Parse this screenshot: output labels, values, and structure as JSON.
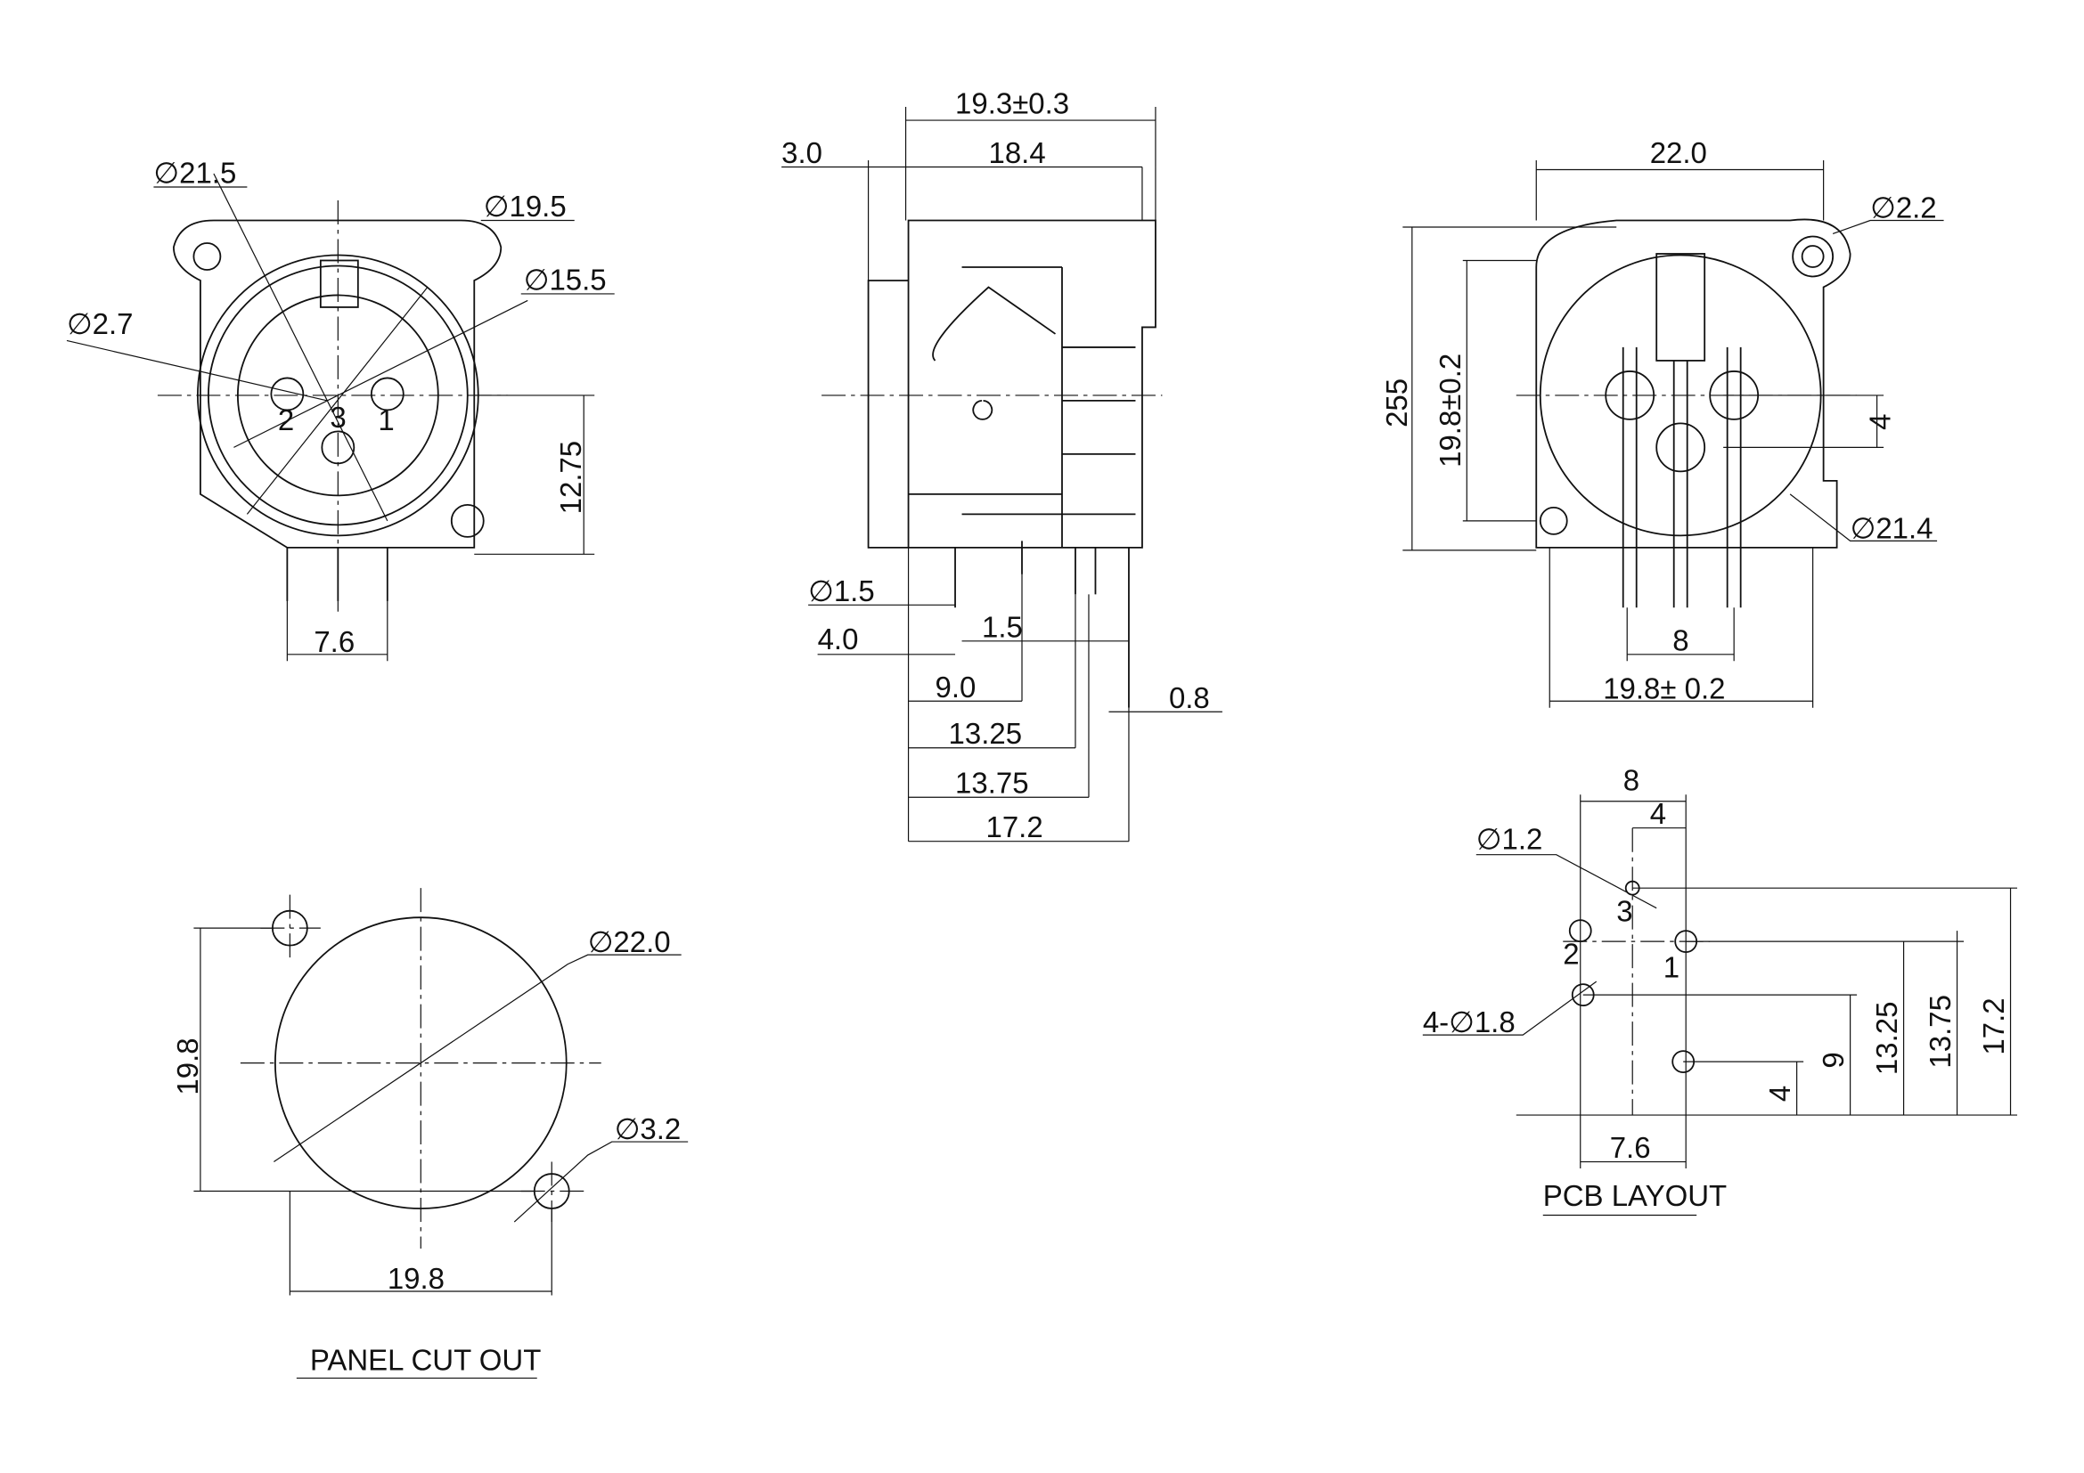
{
  "front_view": {
    "dia_outer": "∅21.5",
    "dia_mid": "∅19.5",
    "dia_inner": "∅15.5",
    "dia_pin": "∅2.7",
    "pin2": "2",
    "pin3": "3",
    "pin1": "1",
    "height": "12.75",
    "pin_pitch": "7.6"
  },
  "side_view": {
    "overall_depth": "19.3±0.3",
    "flange": "3.0",
    "body_depth": "18.4",
    "pin_dia": "∅1.5",
    "d4": "4.0",
    "d1_5": "1.5",
    "d9": "9.0",
    "d13_25": "13.25",
    "d13_75": "13.75",
    "d17_2": "17.2",
    "d0_8": "0.8"
  },
  "rear_view": {
    "width": "22.0",
    "hole_dia": "∅2.2",
    "height": "255",
    "hole_spacing": "19.8±0.2",
    "offset": "4",
    "body_dia": "∅21.4",
    "pin_pitch": "8",
    "base_width": "19.8± 0.2"
  },
  "pcb_layout": {
    "w8": "8",
    "w4": "4",
    "pin_dia": "∅1.2",
    "pin3": "3",
    "pin2": "2",
    "pin1": "1",
    "mount_holes": "4-∅1.8",
    "h13_25": "13.25",
    "h13_75": "13.75",
    "h17_2": "17.2",
    "h9": "9",
    "h4": "4",
    "w7_6": "7.6",
    "title": "PCB LAYOUT"
  },
  "panel_cutout": {
    "dia": "∅22.0",
    "height": "19.8",
    "hole_dia": "∅3.2",
    "width": "19.8",
    "title": "PANEL CUT OUT"
  }
}
